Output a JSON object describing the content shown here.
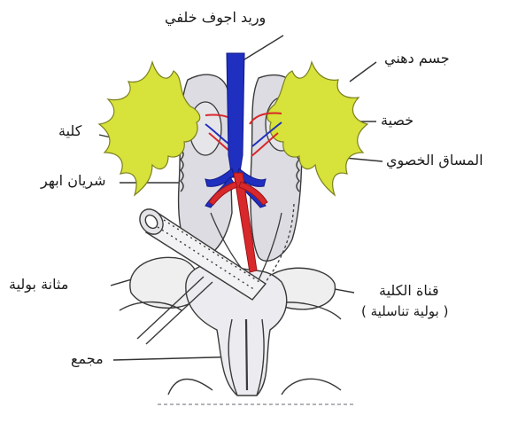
{
  "labels": {
    "posterior_vena_cava": "وريد اجوف خلفي",
    "fat_body": "جسم دهني",
    "testis": "خصية",
    "kidney": "كلية",
    "mesorchium": "المساق الخصوي",
    "dorsal_aorta": "شريان ابهر",
    "urinary_bladder": "مثانة بولية",
    "kidney_duct": "قناة الكلية",
    "kidney_duct_note": "( بولية تناسلية )",
    "cloaca": "مجمع"
  },
  "colors": {
    "vein": "#1f2fbf",
    "artery": "#d8282b",
    "fat_body": "#d7e23a",
    "outline": "#3a3a3a",
    "shading": "#d9d9de"
  }
}
